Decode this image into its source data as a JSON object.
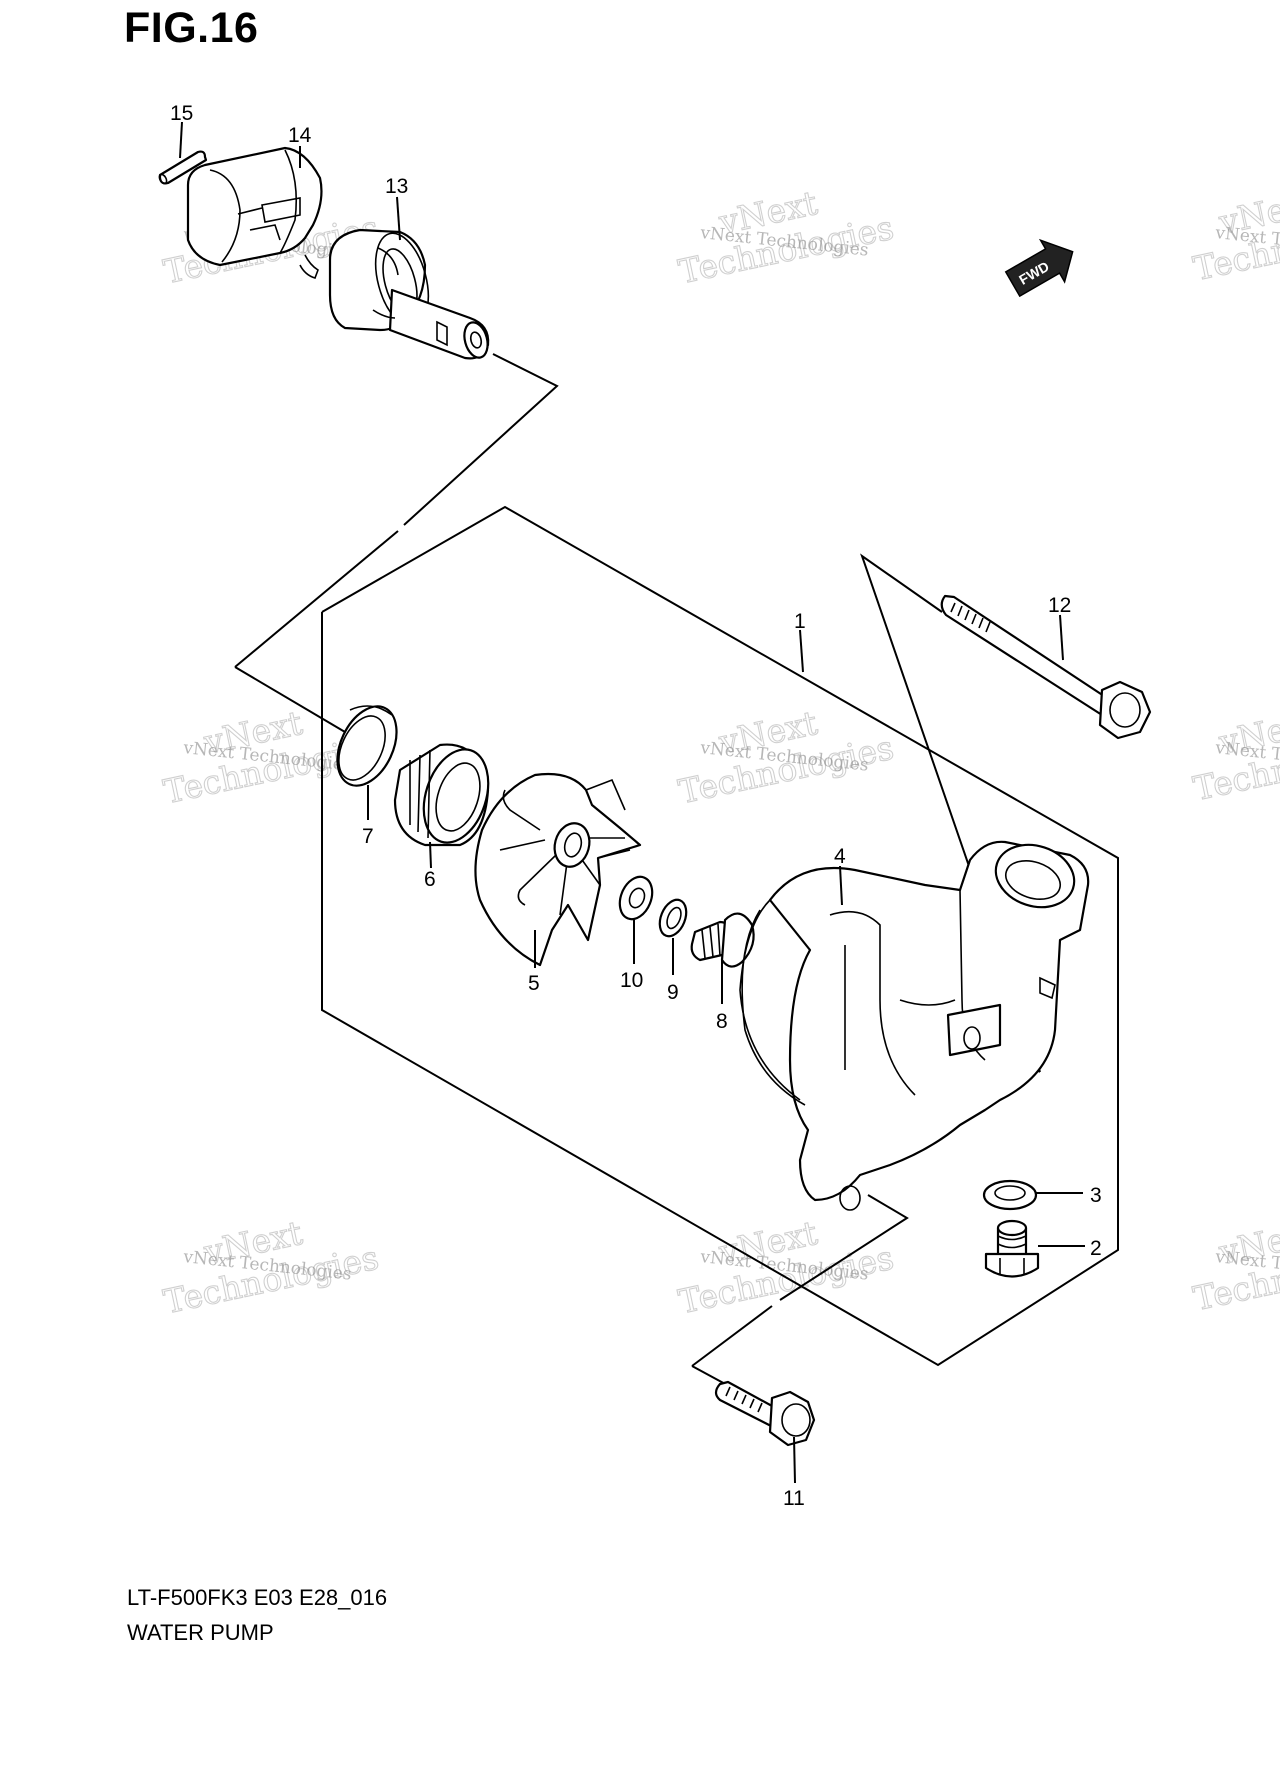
{
  "figure": {
    "title": "FIG.16"
  },
  "footer": {
    "code": "LT-F500FK3 E03 E28_016",
    "caption": "WATER PUMP"
  },
  "direction_badge": "FWD",
  "watermark": {
    "line1": "vNext Technologies",
    "line2": "Technologies",
    "line3": "vNext"
  },
  "callouts": [
    {
      "id": "1",
      "label": "1"
    },
    {
      "id": "2",
      "label": "2"
    },
    {
      "id": "3",
      "label": "3"
    },
    {
      "id": "4",
      "label": "4"
    },
    {
      "id": "5",
      "label": "5"
    },
    {
      "id": "6",
      "label": "6"
    },
    {
      "id": "7",
      "label": "7"
    },
    {
      "id": "8",
      "label": "8"
    },
    {
      "id": "9",
      "label": "9"
    },
    {
      "id": "10",
      "label": "10"
    },
    {
      "id": "11",
      "label": "11"
    },
    {
      "id": "12",
      "label": "12"
    },
    {
      "id": "13",
      "label": "13"
    },
    {
      "id": "14",
      "label": "14"
    },
    {
      "id": "15",
      "label": "15"
    }
  ]
}
